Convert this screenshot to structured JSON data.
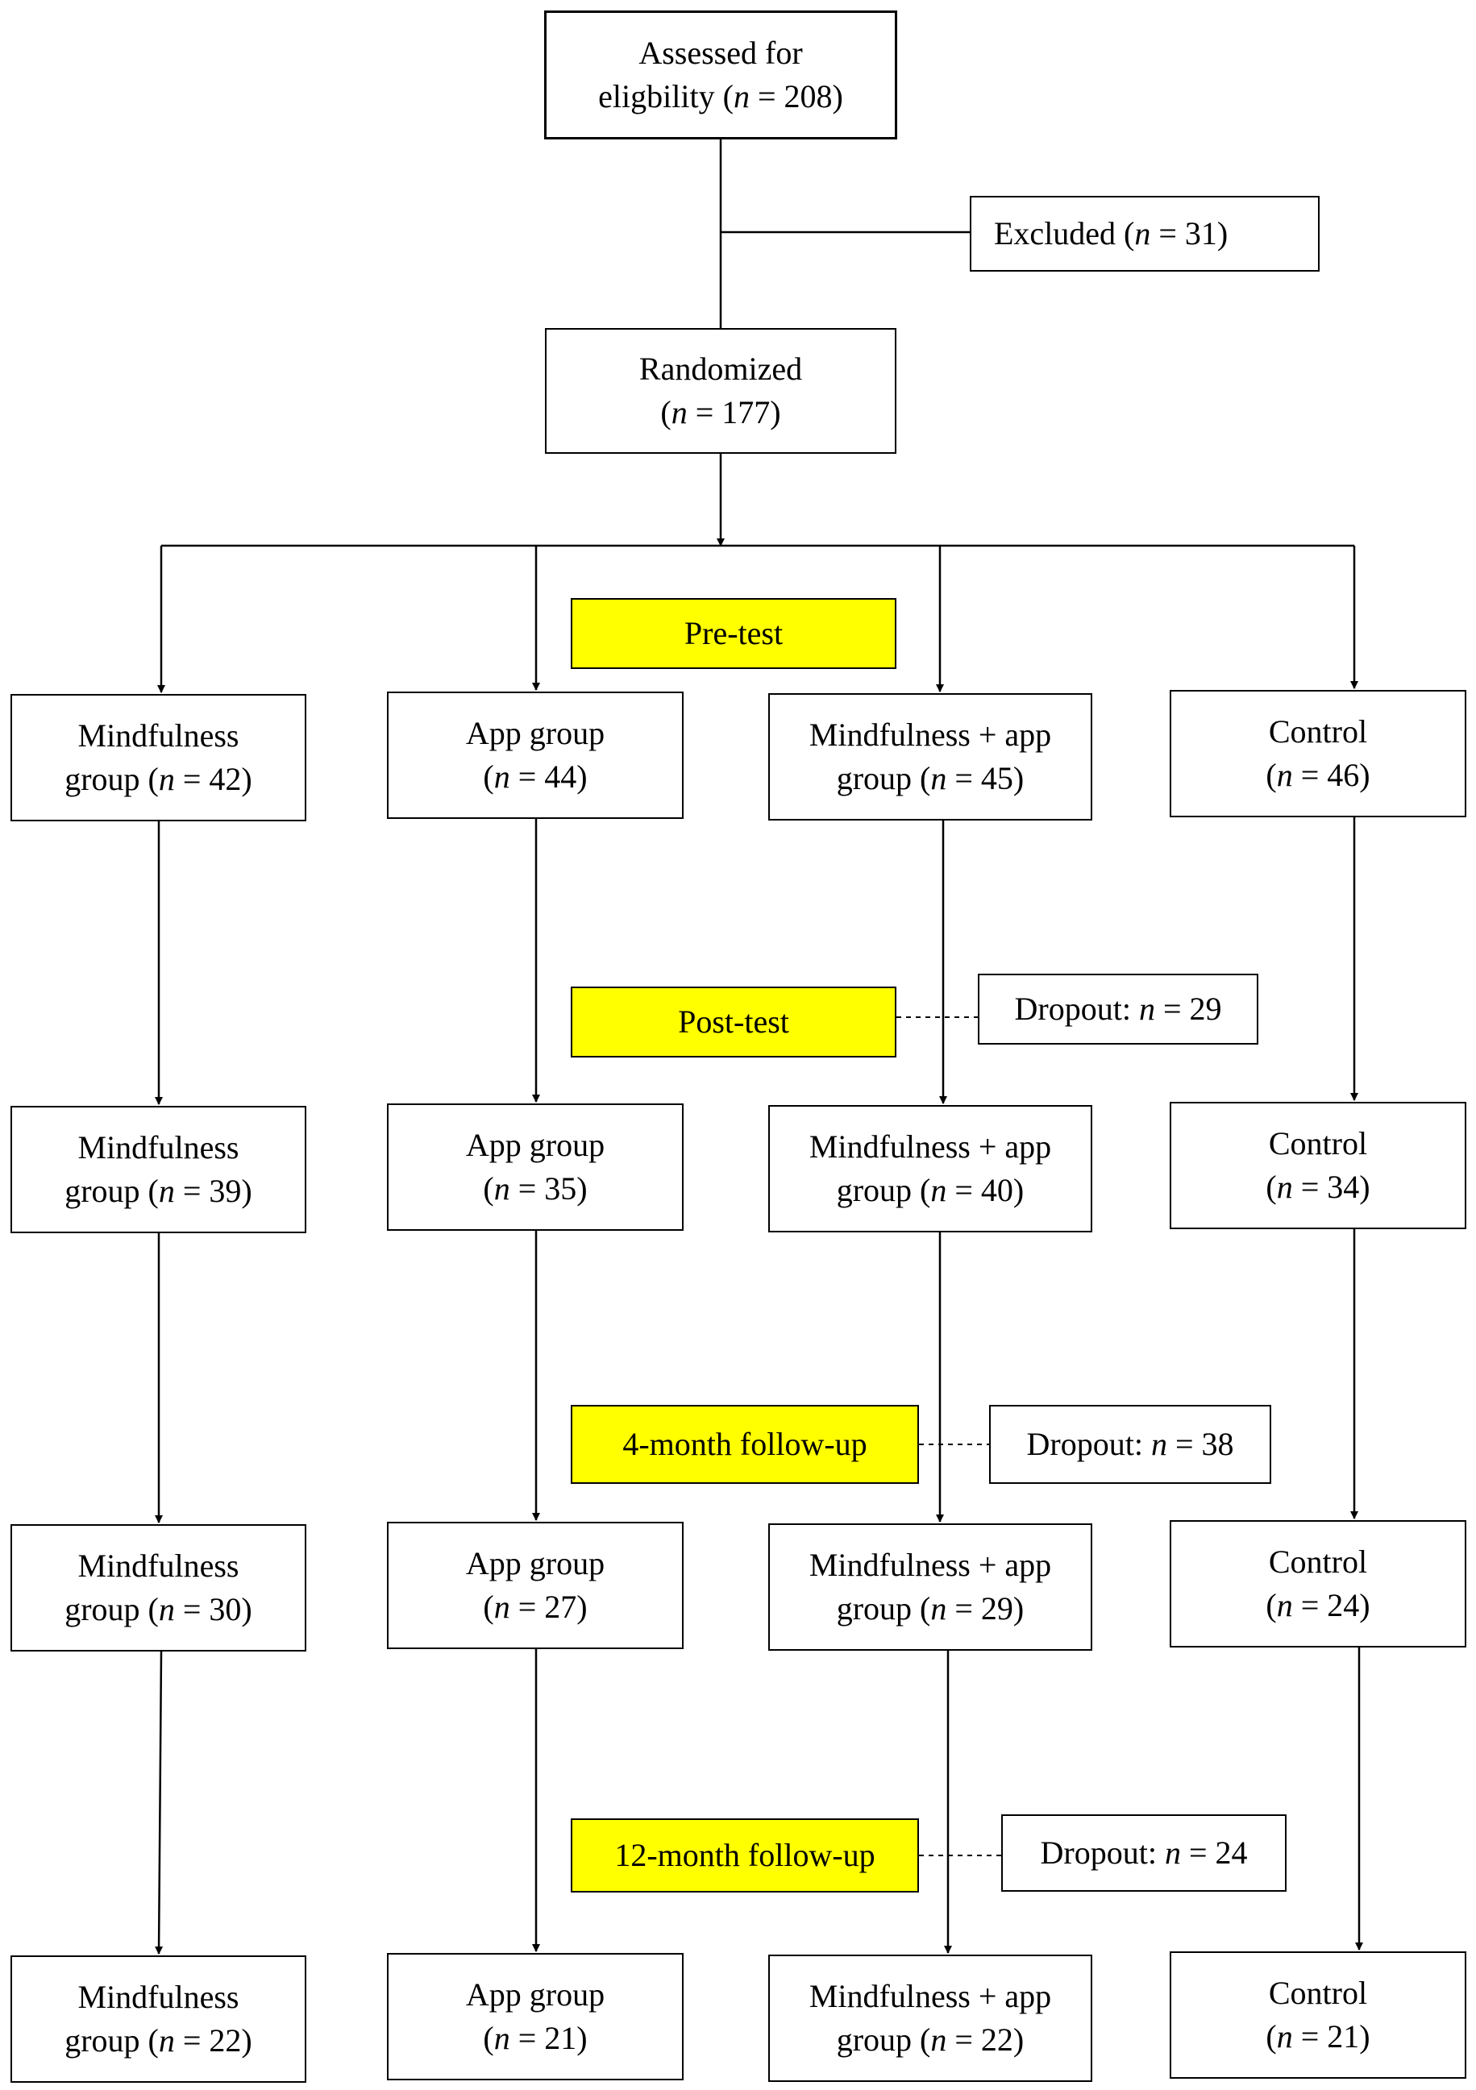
{
  "colors": {
    "stage_fill": "#ffff00",
    "line": "#000000"
  },
  "top": {
    "assessed": {
      "line1": "Assessed for",
      "line2_pre": "eligbility (",
      "n_label": "n",
      "line2_post": " = 208)"
    },
    "excluded": {
      "pre": "Excluded (",
      "n_label": "n",
      "post": " = 31)"
    },
    "randomized": {
      "line1": "Randomized",
      "line2_pre": "(",
      "n_label": "n",
      "line2_post": " = 177)"
    }
  },
  "stages": {
    "pretest": "Pre-test",
    "posttest": "Post-test",
    "followup4": "4-month follow-up",
    "followup12": "12-month follow-up"
  },
  "dropouts": {
    "post": {
      "pre": "Dropout: ",
      "n_label": "n",
      "post": " = 29"
    },
    "f4": {
      "pre": "Dropout: ",
      "n_label": "n",
      "post": " = 38"
    },
    "f12": {
      "pre": "Dropout: ",
      "n_label": "n",
      "post": " = 24"
    }
  },
  "groups": {
    "pre": [
      {
        "line1": "Mindfulness",
        "line2_pre": "group (",
        "n_label": "n",
        "line2_post": " = 42)"
      },
      {
        "line1": "App group",
        "line2_pre": "(",
        "n_label": "n",
        "line2_post": " = 44)"
      },
      {
        "line1": "Mindfulness + app",
        "line2_pre": "group (",
        "n_label": "n",
        "line2_post": " = 45)"
      },
      {
        "line1": "Control",
        "line2_pre": "(",
        "n_label": "n",
        "line2_post": " = 46)"
      }
    ],
    "post": [
      {
        "line1": "Mindfulness",
        "line2_pre": "group (",
        "n_label": "n",
        "line2_post": " = 39)"
      },
      {
        "line1": "App group",
        "line2_pre": "(",
        "n_label": "n",
        "line2_post": " = 35)"
      },
      {
        "line1": "Mindfulness + app",
        "line2_pre": "group (",
        "n_label": "n",
        "line2_post": " = 40)"
      },
      {
        "line1": "Control",
        "line2_pre": "(",
        "n_label": "n",
        "line2_post": " = 34)"
      }
    ],
    "f4": [
      {
        "line1": "Mindfulness",
        "line2_pre": "group (",
        "n_label": "n",
        "line2_post": " = 30)"
      },
      {
        "line1": "App group",
        "line2_pre": "(",
        "n_label": "n",
        "line2_post": " = 27)"
      },
      {
        "line1": "Mindfulness + app",
        "line2_pre": "group (",
        "n_label": "n",
        "line2_post": " = 29)"
      },
      {
        "line1": "Control",
        "line2_pre": "(",
        "n_label": "n",
        "line2_post": " = 24)"
      }
    ],
    "f12": [
      {
        "line1": "Mindfulness",
        "line2_pre": "group (",
        "n_label": "n",
        "line2_post": " = 22)"
      },
      {
        "line1": "App group",
        "line2_pre": "(",
        "n_label": "n",
        "line2_post": " = 21)"
      },
      {
        "line1": "Mindfulness + app",
        "line2_pre": "group (",
        "n_label": "n",
        "line2_post": " = 22)"
      },
      {
        "line1": "Control",
        "line2_pre": "(",
        "n_label": "n",
        "line2_post": " = 21)"
      }
    ]
  }
}
